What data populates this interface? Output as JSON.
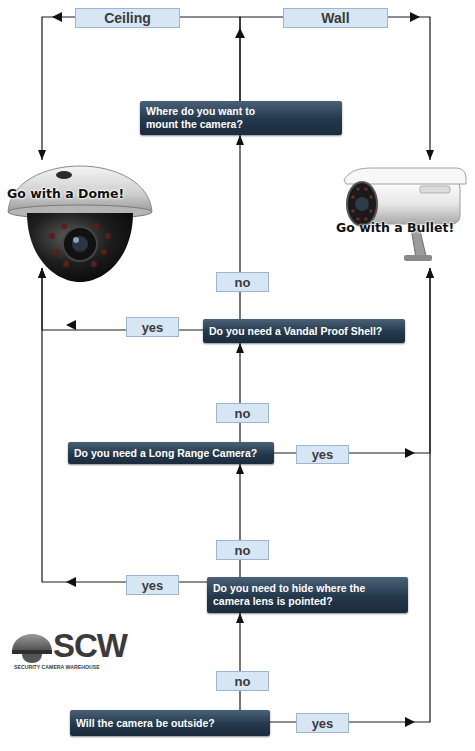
{
  "diagram": {
    "nodes": [
      {
        "text": [
          "Where do you want to mount the camera?"
        ]
      },
      {
        "text": [
          "Go with a Dome!"
        ]
      },
      {
        "text": [
          "Go with a Bullet!"
        ]
      },
      {
        "text": [
          "Do you need a Vandal Proof Shell?"
        ]
      },
      {
        "text": [
          "Do you need a Long Range Camera?"
        ]
      },
      {
        "text": [
          "Do you need to hide where the camera lens is pointed?"
        ]
      },
      {
        "text": [
          "Will the camera be outside?"
        ]
      }
    ],
    "edges": [
      {
        "from": 0,
        "to": 1,
        "label": "Ceiling",
        "arrow": "to"
      },
      {
        "from": 0,
        "to": 2,
        "label": "Wall",
        "arrow": "to"
      },
      {
        "from": 3,
        "to": 1,
        "label": "yes",
        "arrow": "to"
      },
      {
        "from": 3,
        "to": 0,
        "label": "no",
        "arrow": "to"
      },
      {
        "from": 4,
        "to": 2,
        "label": "yes",
        "arrow": "to"
      },
      {
        "from": 4,
        "to": 3,
        "label": "no",
        "arrow": "to"
      },
      {
        "from": 5,
        "to": 1,
        "label": "yes",
        "arrow": "to"
      },
      {
        "from": 5,
        "to": 4,
        "label": "no",
        "arrow": "to"
      },
      {
        "from": 6,
        "to": 2,
        "label": "yes",
        "arrow": "to"
      },
      {
        "from": 6,
        "to": 5,
        "label": "no",
        "arrow": "to"
      }
    ],
    "labels": [
      "SCW",
      "SECURITY CAMERA WAREHOUSE"
    ]
  }
}
